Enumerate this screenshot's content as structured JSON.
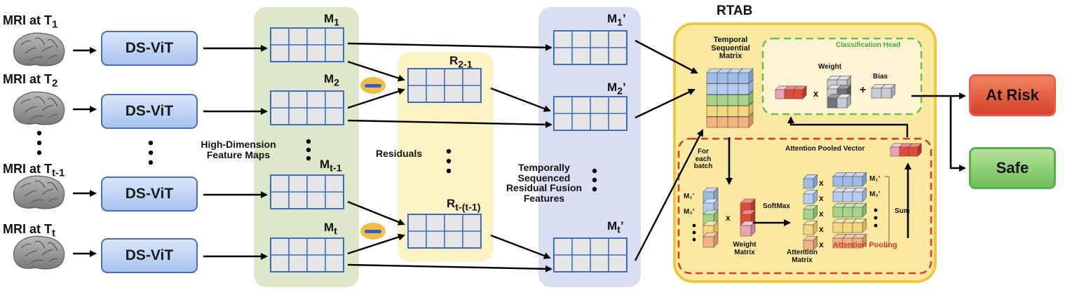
{
  "inputs": [
    {
      "base": "MRI at T",
      "sub": "1"
    },
    {
      "base": "MRI at T",
      "sub": "2"
    },
    {
      "base": "MRI at T",
      "sub": "t-1"
    },
    {
      "base": "MRI at T",
      "sub": "t"
    }
  ],
  "encoder_label": "DS-ViT",
  "feature_maps": {
    "caption": [
      "High-Dimension",
      "Feature Maps"
    ],
    "items": [
      {
        "base": "M",
        "sub": "1"
      },
      {
        "base": "M",
        "sub": "2"
      },
      {
        "base": "M",
        "sub": "t-1"
      },
      {
        "base": "M",
        "sub": "t"
      }
    ]
  },
  "residuals": {
    "caption": "Residuals",
    "items": [
      {
        "base": "R",
        "sub": "2-1"
      },
      {
        "base": "R",
        "sub": "t-(t-1)"
      }
    ]
  },
  "fusion": {
    "caption": [
      "Temporally",
      "Sequenced",
      "Residual Fusion",
      "Features"
    ],
    "items": [
      {
        "base": "M",
        "sub": "1",
        "prime": "’"
      },
      {
        "base": "M",
        "sub": "2",
        "prime": "’"
      },
      {
        "base": "M",
        "sub": "t",
        "prime": "’"
      }
    ]
  },
  "rtab": {
    "title": "RTAB",
    "tsm_label": [
      "Temporal",
      "Sequential",
      "Matrix"
    ],
    "classification_head": {
      "title": "Classification Head",
      "weight": "Weight",
      "bias": "Bias",
      "times": "x",
      "plus": "+"
    },
    "attention_pooling": {
      "title": "Attention Pooling",
      "for_each_batch": [
        "For",
        "each",
        "batch"
      ],
      "weight_matrix": [
        "Weight",
        "Matrix"
      ],
      "softmax": "SoftMax",
      "attention_matrix": [
        "Attention",
        "Matrix"
      ],
      "pooled_vector": "Attention Pooled Vector",
      "sum": "Sum",
      "row_labels": [
        "M₁’",
        "M₂’"
      ],
      "times": "x"
    }
  },
  "outputs": {
    "at_risk": "At Risk",
    "safe": "Safe"
  },
  "colors": {
    "green_panel": "#dde8c8",
    "yellow_panel": "#fbf3c4",
    "blue_panel": "#d9def2",
    "rtab_fill": "#fbe9a0",
    "rtab_border": "#f0c63a",
    "grid_line": "#3d6cc4",
    "grid_fill": "#e6e6e6",
    "arrow": "#000000",
    "head_border": "#6cbf4a",
    "pool_border": "#e0362a"
  }
}
